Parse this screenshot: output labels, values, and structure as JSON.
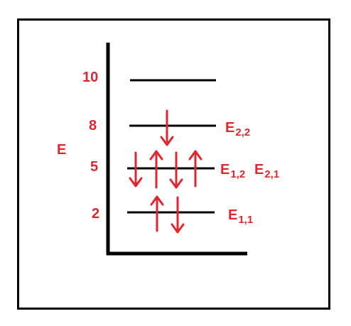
{
  "diagram": {
    "axis_label": "E",
    "levels": [
      {
        "value": "10",
        "state_labels": []
      },
      {
        "value": "8",
        "state_labels": [
          {
            "main": "E",
            "sub": "2,2"
          }
        ]
      },
      {
        "value": "5",
        "state_labels": [
          {
            "main": "E",
            "sub": "1,2"
          },
          {
            "main": "E",
            "sub": "2,1"
          }
        ]
      },
      {
        "value": "2",
        "state_labels": [
          {
            "main": "E",
            "sub": "1,1"
          }
        ]
      }
    ],
    "electrons": {
      "level_8": [
        "down"
      ],
      "level_5": [
        "down",
        "up",
        "down",
        "up"
      ],
      "level_2": [
        "up",
        "down"
      ]
    }
  },
  "colors": {
    "ink": "#000000",
    "accent": "#e0262e"
  }
}
